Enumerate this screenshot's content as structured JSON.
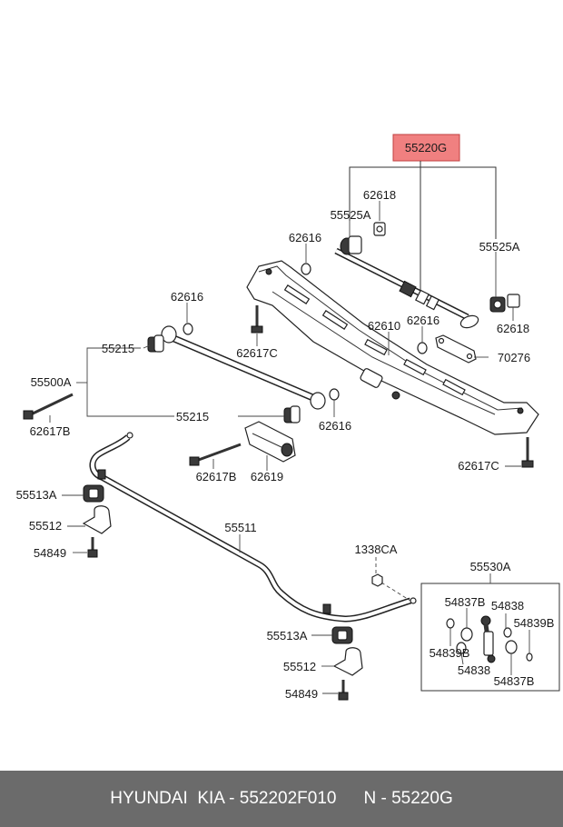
{
  "highlight": {
    "label": "55220G",
    "fill": "#f08080",
    "stroke": "#c04040"
  },
  "labels": {
    "p62618_top": "62618",
    "p55525A_left": "55525A",
    "p62616_a": "62616",
    "p55525A_right": "55525A",
    "p62618_right": "62618",
    "p62616_b": "62616",
    "p62610": "62610",
    "p62616_c": "62616",
    "p55215_top": "55215",
    "p62617C_top": "62617C",
    "p70276": "70276",
    "p55500A": "55500A",
    "p62617B_left": "62617B",
    "p55215_bottom": "55215",
    "p62616_d": "62616",
    "p62617B_mid": "62617B",
    "p62619": "62619",
    "p62617C_right": "62617C",
    "p55513A_top": "55513A",
    "p55512_top": "55512",
    "p54849_top": "54849",
    "p55511": "55511",
    "p1338CA": "1338CA",
    "p55530A": "55530A",
    "p54837B_top": "54837B",
    "p54838_top": "54838",
    "p54839B_right": "54839B",
    "p54839B_left": "54839B",
    "p54838_bottom": "54838",
    "p54837B_bottom": "54837B",
    "p55513A_bottom": "55513A",
    "p55512_bottom": "55512",
    "p54849_bottom": "54849"
  },
  "footer": {
    "left": "HYUNDAI  KIA - 552202F010",
    "right": "N - 55220G"
  }
}
